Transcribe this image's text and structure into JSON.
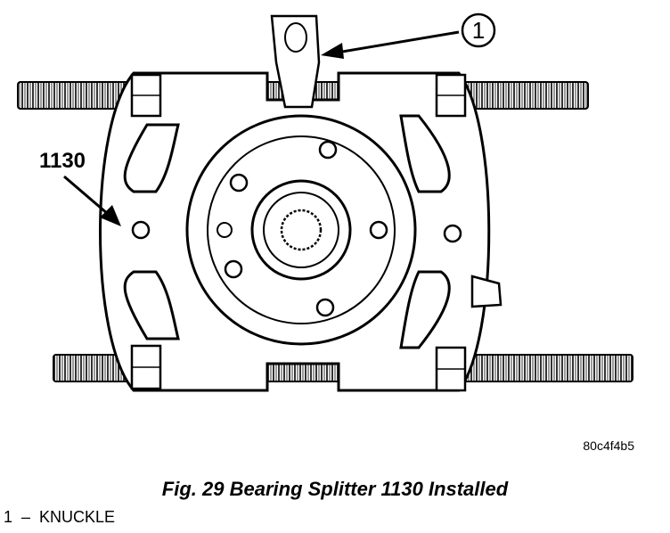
{
  "figure": {
    "callout_number": "1",
    "tool_label": "1130",
    "image_code": "80c4f4b5"
  },
  "caption": "Fig. 29 Bearing Splitter 1130 Installed",
  "legend": {
    "item_1": "1  –  KNUCKLE"
  },
  "colors": {
    "line": "#000000",
    "background": "#ffffff"
  }
}
